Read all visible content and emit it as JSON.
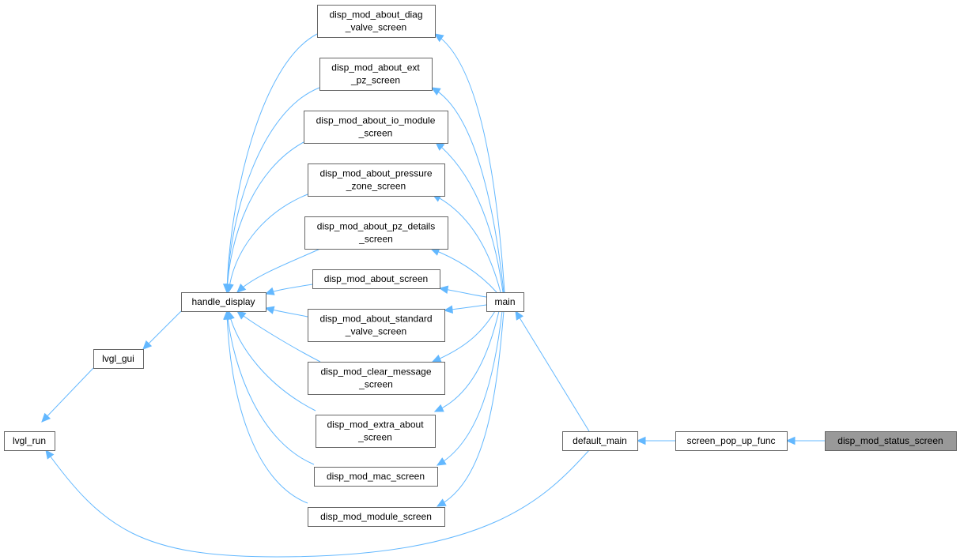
{
  "nodes": {
    "about_diag": [
      "disp_mod_about_diag",
      "_valve_screen"
    ],
    "about_ext": [
      "disp_mod_about_ext",
      "_pz_screen"
    ],
    "about_io": [
      "disp_mod_about_io_module",
      "_screen"
    ],
    "about_pressure": [
      "disp_mod_about_pressure",
      "_zone_screen"
    ],
    "about_pz": [
      "disp_mod_about_pz_details",
      "_screen"
    ],
    "about_screen": [
      "disp_mod_about_screen"
    ],
    "about_standard": [
      "disp_mod_about_standard",
      "_valve_screen"
    ],
    "clear_message": [
      "disp_mod_clear_message",
      "_screen"
    ],
    "extra_about": [
      "disp_mod_extra_about",
      "_screen"
    ],
    "mac_screen": [
      "disp_mod_mac_screen"
    ],
    "module_screen": [
      "disp_mod_module_screen"
    ],
    "handle_display": [
      "handle_display"
    ],
    "lvgl_gui": [
      "lvgl_gui"
    ],
    "lvgl_run": [
      "lvgl_run"
    ],
    "main": [
      "main"
    ],
    "default_main": [
      "default_main"
    ],
    "screen_pop_up": [
      "screen_pop_up_func"
    ],
    "status_screen": [
      "disp_mod_status_screen"
    ]
  },
  "edges": [
    [
      "lvgl_gui",
      "lvgl_run"
    ],
    [
      "handle_display",
      "lvgl_gui"
    ],
    [
      "about_diag",
      "handle_display"
    ],
    [
      "about_ext",
      "handle_display"
    ],
    [
      "about_io",
      "handle_display"
    ],
    [
      "about_pressure",
      "handle_display"
    ],
    [
      "about_pz",
      "handle_display"
    ],
    [
      "about_screen",
      "handle_display"
    ],
    [
      "about_standard",
      "handle_display"
    ],
    [
      "clear_message",
      "handle_display"
    ],
    [
      "extra_about",
      "handle_display"
    ],
    [
      "mac_screen",
      "handle_display"
    ],
    [
      "module_screen",
      "handle_display"
    ],
    [
      "main",
      "about_diag"
    ],
    [
      "main",
      "about_ext"
    ],
    [
      "main",
      "about_io"
    ],
    [
      "main",
      "about_pressure"
    ],
    [
      "main",
      "about_pz"
    ],
    [
      "main",
      "about_screen"
    ],
    [
      "main",
      "about_standard"
    ],
    [
      "main",
      "clear_message"
    ],
    [
      "main",
      "extra_about"
    ],
    [
      "main",
      "mac_screen"
    ],
    [
      "main",
      "module_screen"
    ],
    [
      "default_main",
      "main"
    ],
    [
      "default_main",
      "lvgl_run"
    ],
    [
      "screen_pop_up",
      "default_main"
    ],
    [
      "status_screen",
      "screen_pop_up"
    ]
  ],
  "highlighted": "status_screen",
  "colors": {
    "edge": "#63B8FF",
    "node_border": "#666666",
    "highlight_fill": "#999999"
  }
}
